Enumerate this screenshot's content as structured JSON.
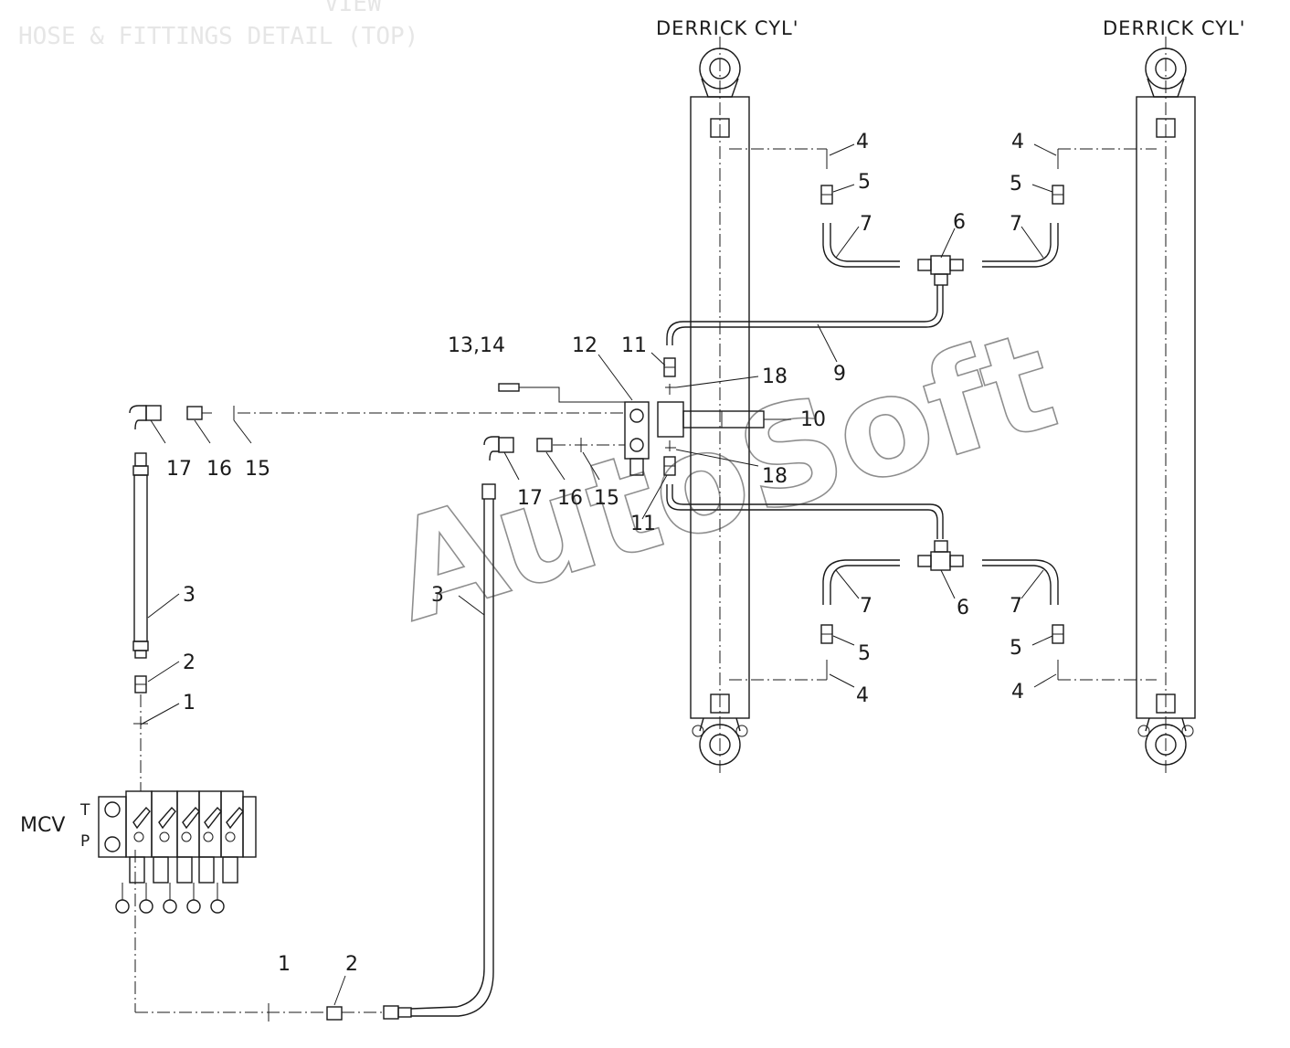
{
  "header": {
    "faded_top": "VIEW",
    "faded_title": "HOSE & FITTINGS DETAIL (TOP)"
  },
  "cylinders": {
    "left_title": "DERRICK CYL'",
    "right_title": "DERRICK CYL'"
  },
  "mcv": {
    "label": "MCV",
    "port_t": "T",
    "port_p": "P"
  },
  "callouts": {
    "c4_ul": "4",
    "c4_ur": "4",
    "c4_ll": "4",
    "c4_lr": "4",
    "c5_ul": "5",
    "c5_ur": "5",
    "c5_ll": "5",
    "c5_lr": "5",
    "c7_ul": "7",
    "c7_ur": "7",
    "c7_ll": "7",
    "c7_lr": "7",
    "c6_top": "6",
    "c6_bot": "6",
    "c9": "9",
    "c10": "10",
    "c11_top": "11",
    "c11_bot": "11",
    "c12": "12",
    "c13_14": "13,14",
    "c18_top": "18",
    "c18_bot": "18",
    "c17_a": "17",
    "c16_a": "16",
    "c15_a": "15",
    "c17_b": "17",
    "c16_b": "16",
    "c15_b": "15",
    "c3_left": "3",
    "c3_mid": "3",
    "c2_left": "2",
    "c2_bot": "2",
    "c1_left": "1",
    "c1_bot": "1"
  },
  "watermark": "AutoSoft"
}
